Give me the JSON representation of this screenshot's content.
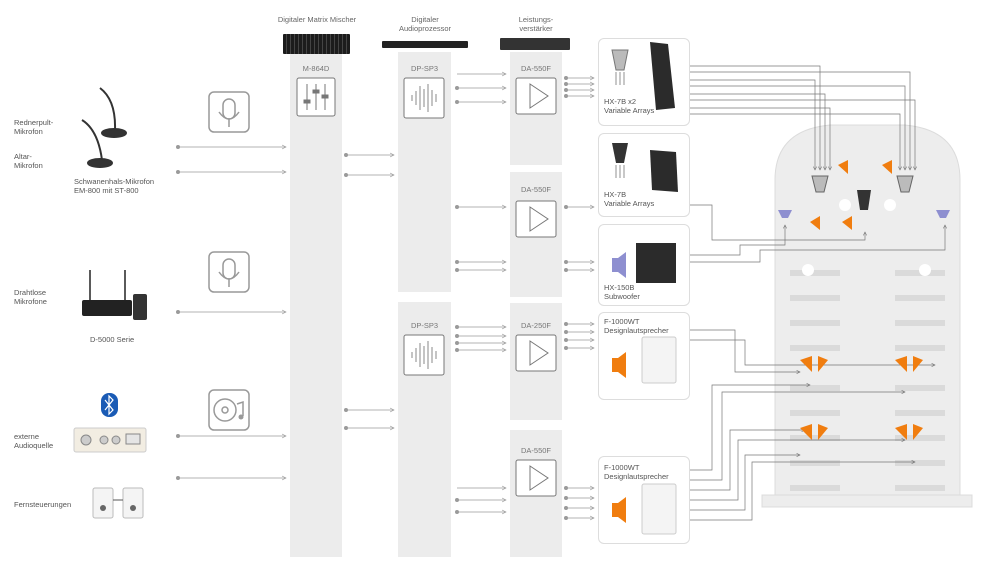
{
  "headers": {
    "mixer": "Digitaler Matrix Mischer",
    "processor_l1": "Digitaler",
    "processor_l2": "Audioprozessor",
    "amp_l1": "Leistungs-",
    "amp_l2": "verstärker"
  },
  "units": {
    "mixer": "M-864D",
    "dsp1": "DP-SP3",
    "dsp2": "DP-SP3",
    "amp1": "DA-550F",
    "amp2": "DA-550F",
    "amp3": "DA-250F",
    "amp4": "DA-550F"
  },
  "sources": {
    "lectern_l1": "Rednerpult-",
    "lectern_l2": "Mikrofon",
    "altar_l1": "Altar-",
    "altar_l2": "Mikrofon",
    "gooseneck_l1": "Schwanenhals-Mikrofon",
    "gooseneck_l2": "EM-800 mit ST-800",
    "wireless_l1": "Drahtlose",
    "wireless_l2": "Mikrofone",
    "wireless_series": "D-5000 Serie",
    "external_l1": "externe",
    "external_l2": "Audioquelle",
    "remote": "Fernsteuerungen"
  },
  "speakers": {
    "hx7b_x2_l1": "HX-7B  x2",
    "hx7b_x2_l2": "Variable Arrays",
    "hx7b_l1": "HX-7B",
    "hx7b_l2": "Variable Arrays",
    "hx150b_l1": "HX-150B",
    "hx150b_l2": "Subwoofer",
    "f1000_a_l1": "F-1000WT",
    "f1000_a_l2": "Designlautsprecher",
    "f1000_b_l1": "F-1000WT",
    "f1000_b_l2": "Designlautsprecher"
  },
  "colors": {
    "column_bg": "#ececec",
    "line": "#9a9a9a",
    "orange": "#f07d0f",
    "violet": "#8e8fd0"
  },
  "icons": [
    "microphone-icon",
    "bluetooth-icon",
    "music-disc-icon",
    "fader-icon",
    "waveform-icon",
    "amplifier-icon",
    "speaker-icon"
  ]
}
